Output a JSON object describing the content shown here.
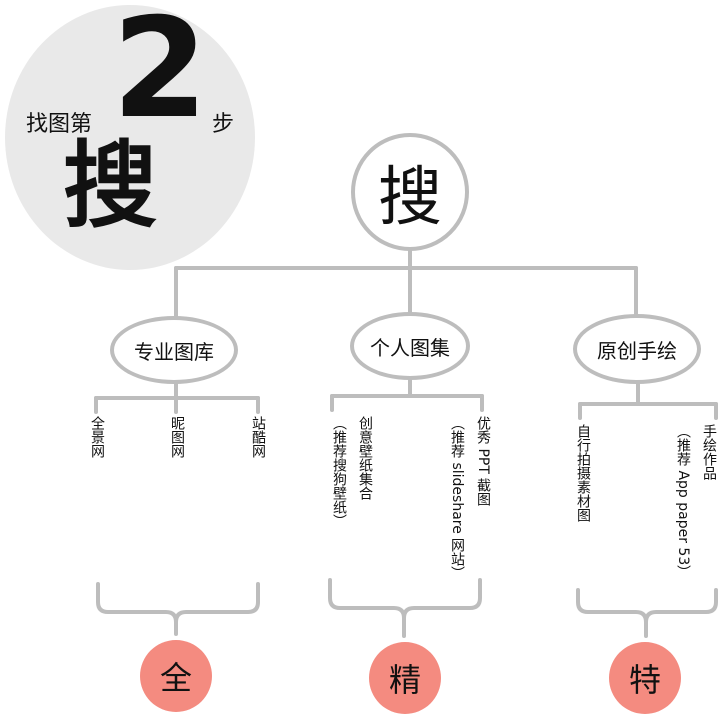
{
  "badge": {
    "prefix": "找图第",
    "number": "2",
    "suffix": "步",
    "big_word": "搜"
  },
  "root": {
    "label": "搜"
  },
  "categories": [
    {
      "label": "专业图库",
      "items": [
        "全景网",
        "昵图网",
        "站酷网"
      ],
      "result": "全"
    },
    {
      "label": "个人图集",
      "items": [
        "创意壁纸集合",
        "（推荐搜狗壁纸）",
        "优秀 PPT 截图",
        "（推荐 slideshare 网站）"
      ],
      "result": "精"
    },
    {
      "label": "原创手绘",
      "items": [
        "自行拍摄素材图",
        "手绘作品",
        "（推荐 App paper 53）"
      ],
      "result": "特"
    }
  ],
  "colors": {
    "line": "#bdbdbd",
    "badge_bg": "#e9e9e9",
    "result_fill": "#f48b80"
  }
}
